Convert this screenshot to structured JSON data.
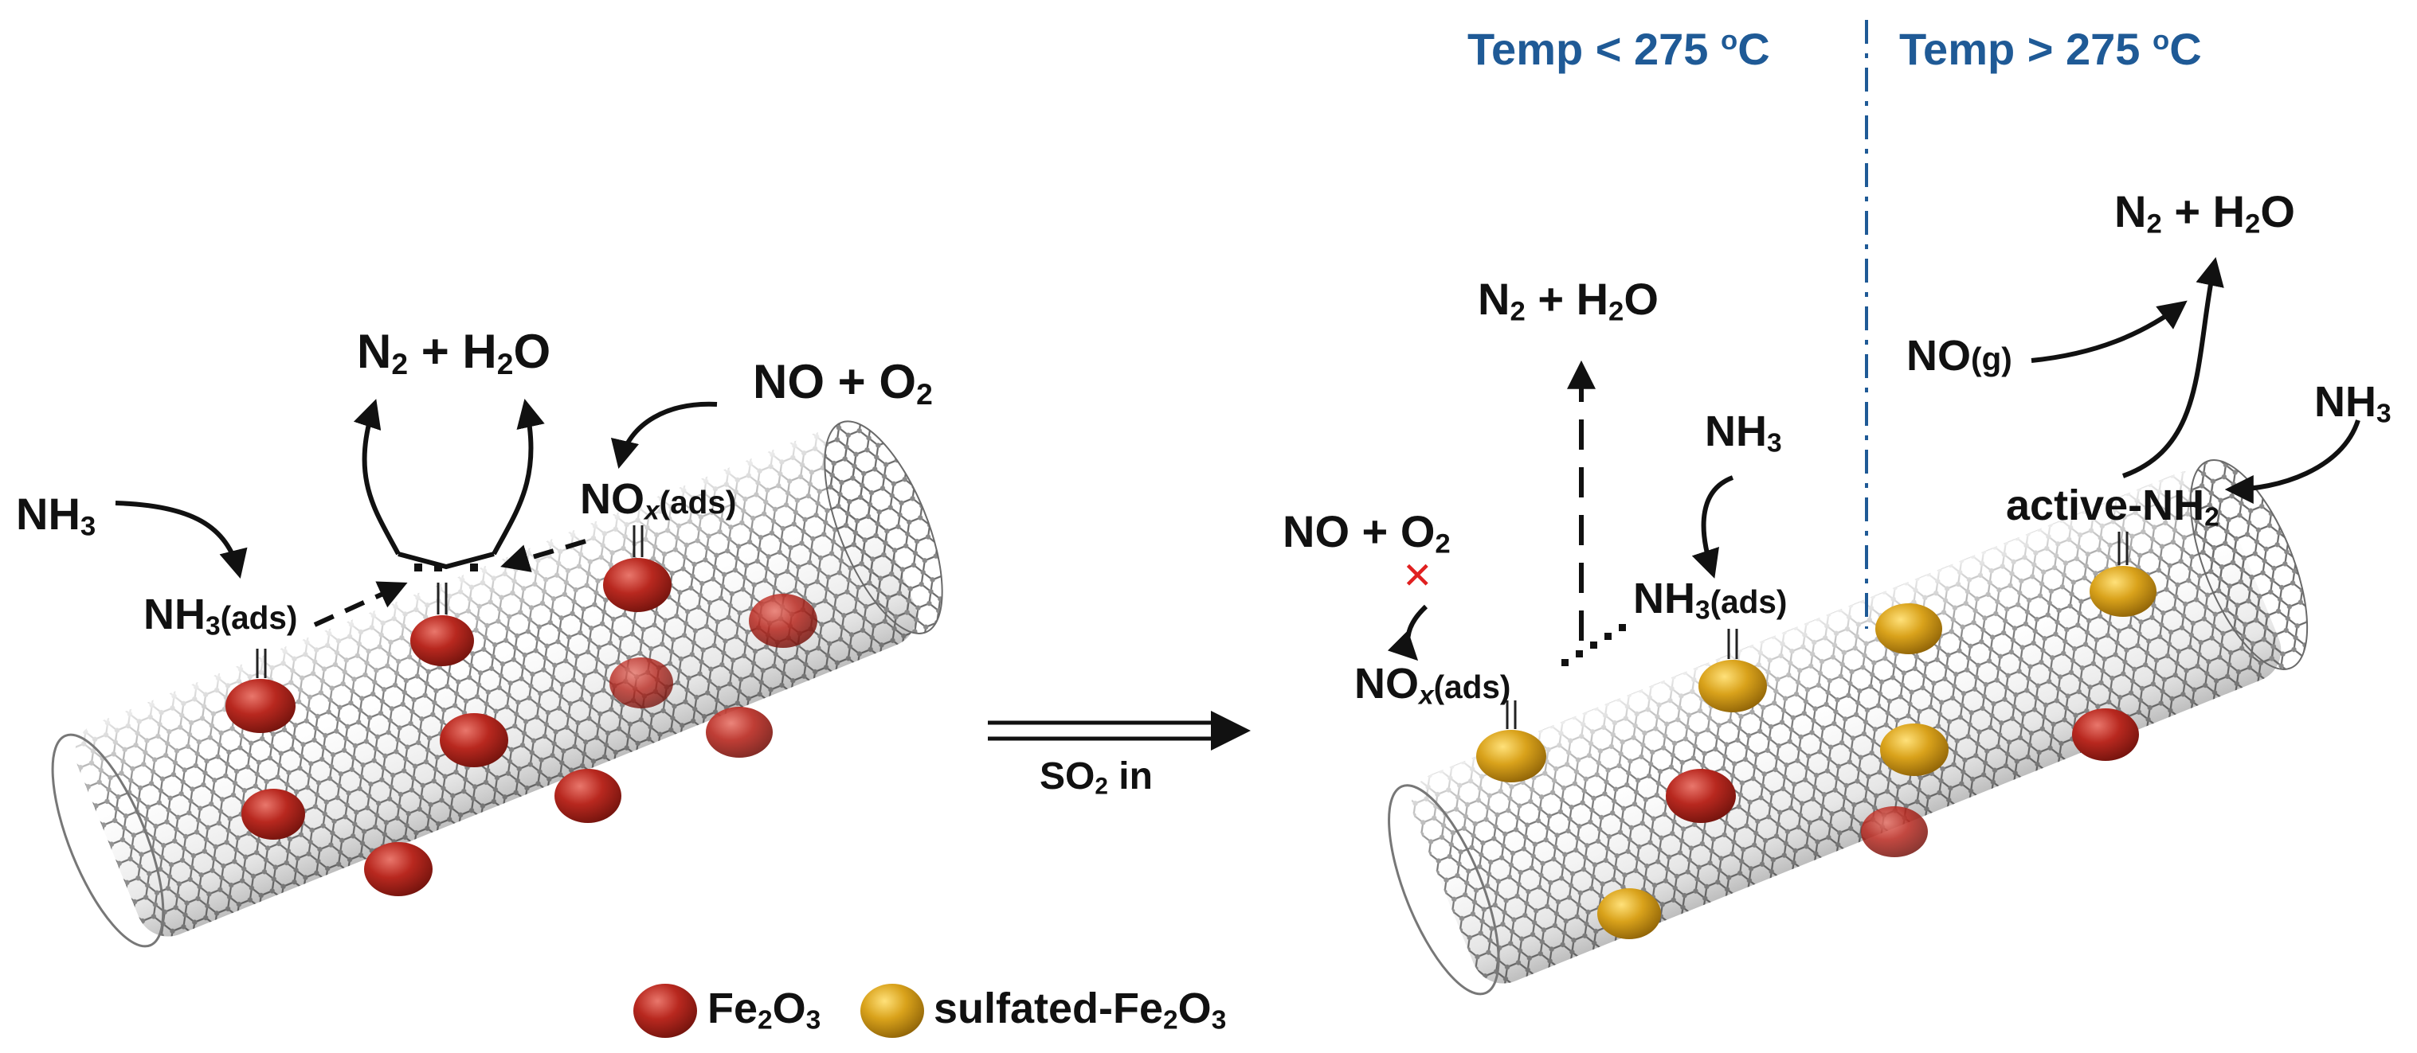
{
  "temp_low": {
    "prefix": "Temp < 275 ",
    "sup": "o",
    "suffix": "C"
  },
  "temp_high": {
    "prefix": "Temp > 275 ",
    "sup": "o",
    "suffix": "C"
  },
  "left": {
    "n2_h2o": {
      "a": "N",
      "s1": "2",
      "b": " + H",
      "s2": "2",
      "c": "O"
    },
    "no_o2": {
      "a": "NO + O",
      "s": "2"
    },
    "nh3": {
      "a": "NH",
      "s": "3"
    },
    "nh3_ads": {
      "a": "NH",
      "s": "3",
      "t": "(ads)"
    },
    "nox_ads": {
      "a": "NO",
      "s": "x",
      "t": "(ads)"
    }
  },
  "arrow_label": {
    "a": "SO",
    "s": "2",
    "b": " in"
  },
  "right": {
    "n2_h2o_low": {
      "a": "N",
      "s1": "2",
      "b": " + H",
      "s2": "2",
      "c": "O"
    },
    "n2_h2o_high": {
      "a": "N",
      "s1": "2",
      "b": " + H",
      "s2": "2",
      "c": "O"
    },
    "no_o2": {
      "a": "NO + O",
      "s": "2"
    },
    "nox_ads": {
      "a": "NO",
      "s": "x",
      "t": "(ads)"
    },
    "nh3": {
      "a": "NH",
      "s": "3"
    },
    "nh3_ads": {
      "a": "NH",
      "s": "3",
      "t": "(ads)"
    },
    "no_g": {
      "a": "NO",
      "t": "(g)"
    },
    "nh3_high": {
      "a": "NH",
      "s": "3"
    },
    "active_nh2": {
      "a": "active-NH",
      "s": "2"
    },
    "blocked_mark": "✕"
  },
  "legend": {
    "fe2o3": {
      "a": "Fe",
      "s1": "2",
      "b": "O",
      "s2": "3"
    },
    "sulfated": {
      "a": "sulfated-Fe",
      "s1": "2",
      "b": "O",
      "s2": "3"
    }
  },
  "colors": {
    "fe2o3": "#b8281f",
    "sulfated": "#d9a21b",
    "temp_text": "#1f5a96",
    "divider": "#1f5a96"
  }
}
